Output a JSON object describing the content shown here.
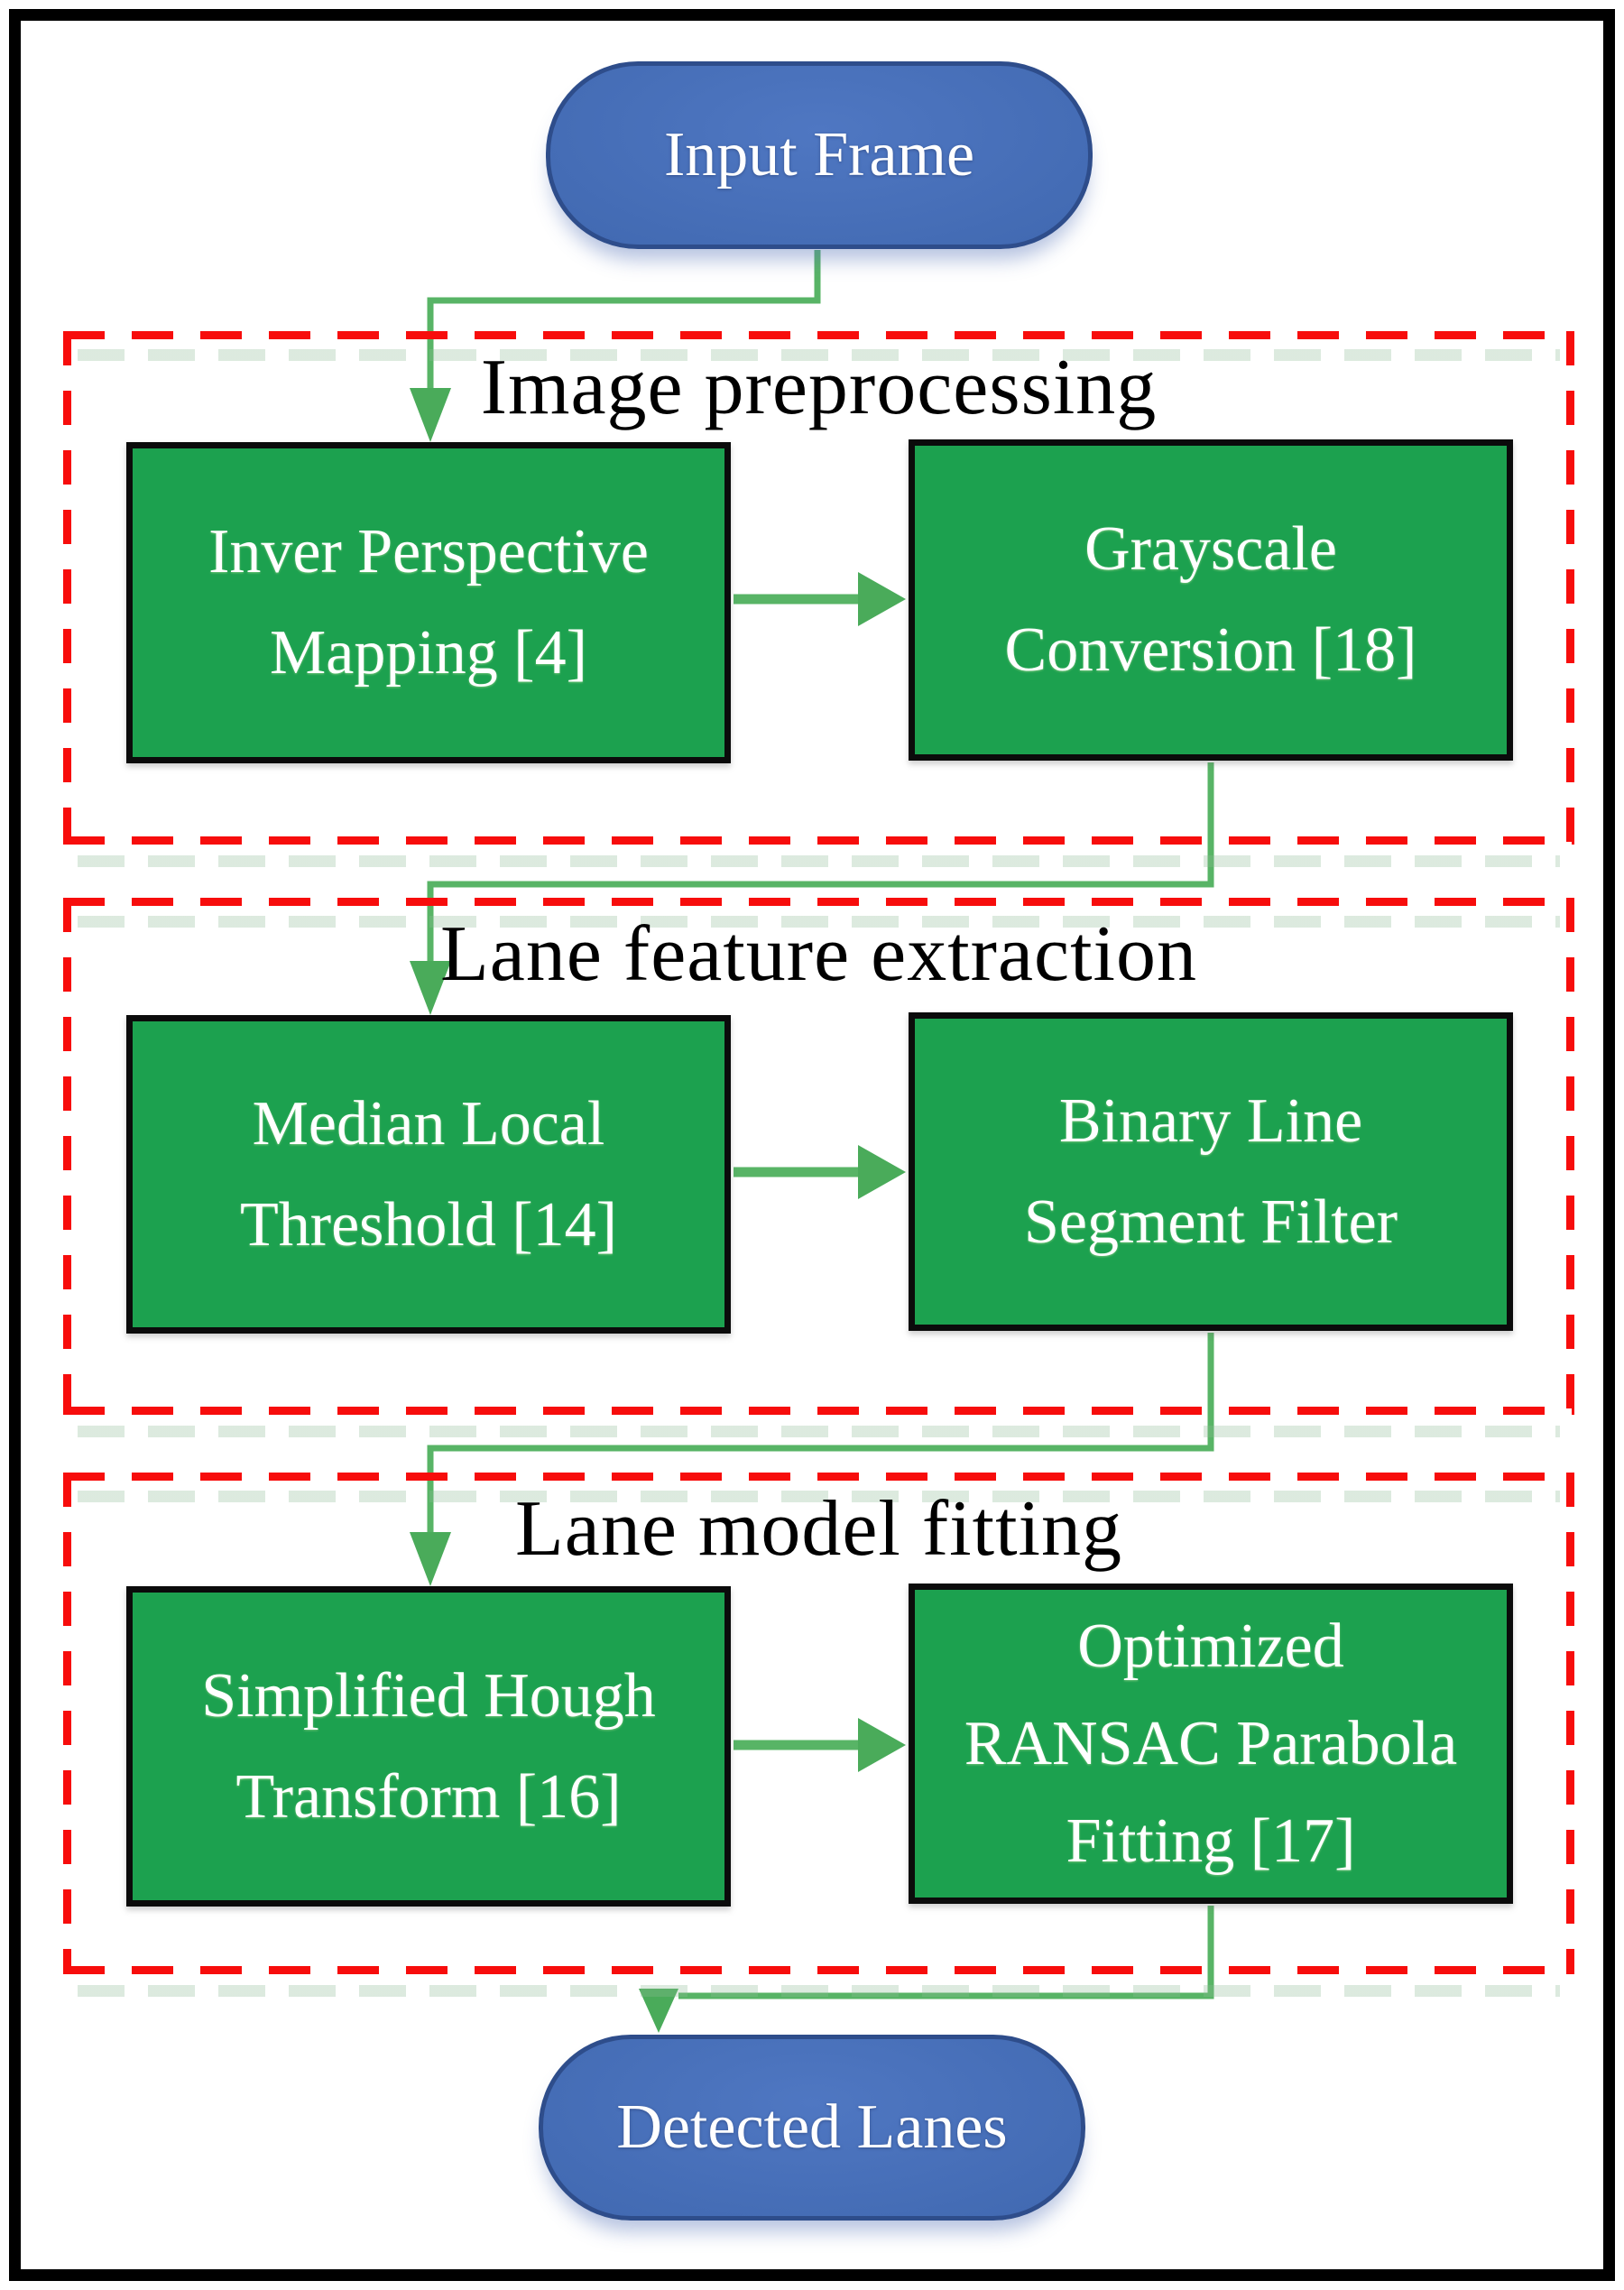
{
  "figure": {
    "type": "flowchart",
    "start_node": {
      "label": "Input Frame"
    },
    "end_node": {
      "label": "Detected Lanes"
    },
    "sections": [
      {
        "title": "Image preprocessing",
        "boxes": [
          {
            "label": "Inver Perspective\nMapping [4]"
          },
          {
            "label": "Grayscale\nConversion [18]"
          }
        ]
      },
      {
        "title": "Lane feature extraction",
        "boxes": [
          {
            "label": "Median Local\nThreshold [14]"
          },
          {
            "label": "Binary Line\nSegment Filter"
          }
        ]
      },
      {
        "title": "Lane model fitting",
        "boxes": [
          {
            "label": "Simplified Hough\nTransform [16]"
          },
          {
            "label": "Optimized\nRANSAC Parabola\nFitting [17]"
          }
        ]
      }
    ],
    "colors": {
      "background": "#ffffff",
      "frame_border": "#000000",
      "section_border": "#f70d0c",
      "section_title": "#000000",
      "box_fill": "#1ca14f",
      "box_border": "#0b0b0b",
      "box_text": "#ffffff",
      "node_fill": "#4169b1",
      "node_fill_light": "#4f77c2",
      "node_fill_dark": "#35589f",
      "node_border": "#2e4d8b",
      "node_text": "#ffffff",
      "connector": "#58b466",
      "arrowhead": "#4aab5a"
    }
  }
}
